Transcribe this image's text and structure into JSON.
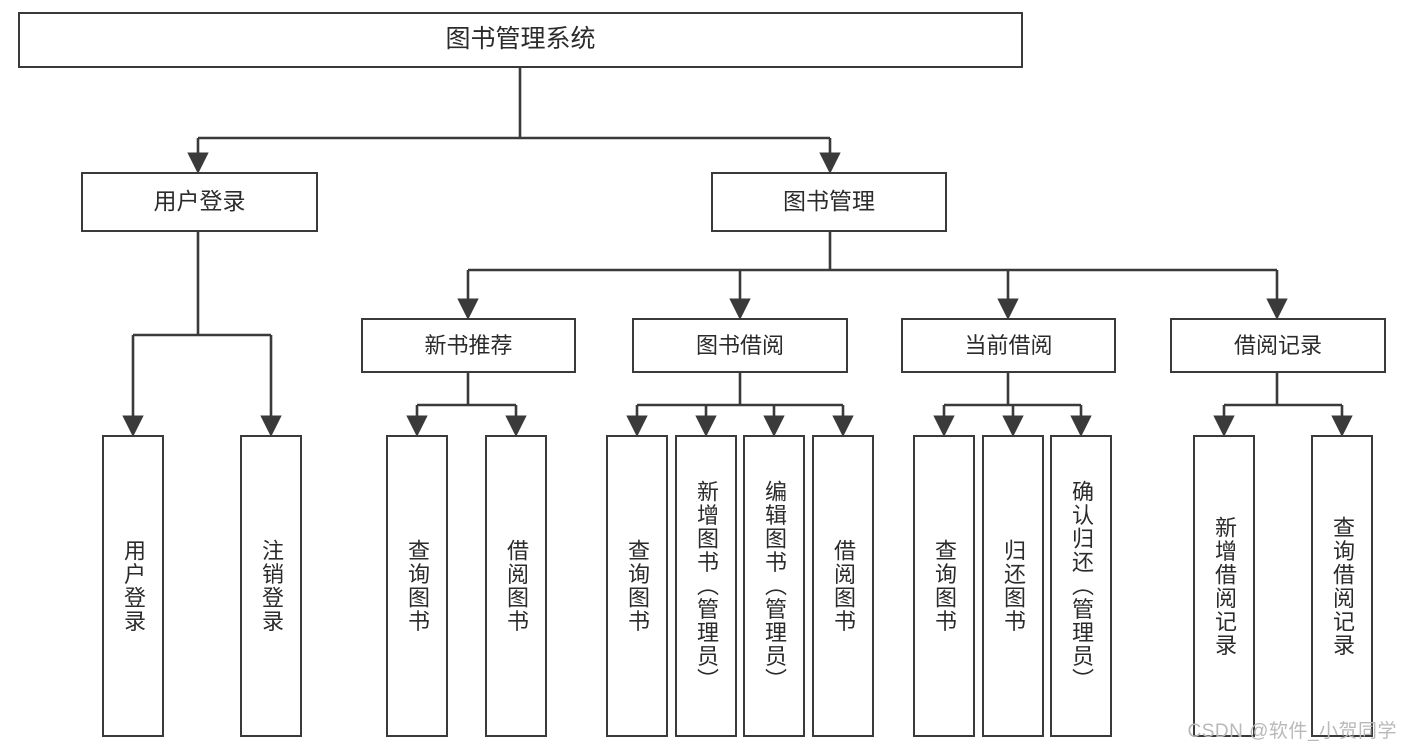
{
  "diagram": {
    "title": "图书管理系统",
    "type": "tree",
    "watermark": "CSDN @软件_小贺同学",
    "colors": {
      "stroke": "#3a3a3a",
      "box_fill": "#ffffff",
      "text": "#2b2b2b",
      "watermark": "#b9b9b9",
      "background": "#ffffff"
    },
    "levels": {
      "root": "图书管理系统",
      "level2": [
        "用户登录",
        "图书管理"
      ],
      "level3": [
        "新书推荐",
        "图书借阅",
        "当前借阅",
        "借阅记录"
      ],
      "level4": [
        "用户登录",
        "注销登录",
        "查询图书",
        "借阅图书",
        "查询图书",
        "新增图书（管理员）",
        "编辑图书（管理员）",
        "借阅图书",
        "查询图书",
        "归还图书",
        "确认归还（管理员）",
        "新增借阅记录",
        "查询借阅记录"
      ]
    },
    "nodes": {
      "root": {
        "label": "图书管理系统"
      },
      "user_login": {
        "label": "用户登录"
      },
      "book_manage": {
        "label": "图书管理"
      },
      "new_book_rec": {
        "label": "新书推荐"
      },
      "book_borrow": {
        "label": "图书借阅"
      },
      "current_borrow": {
        "label": "当前借阅"
      },
      "borrow_record": {
        "label": "借阅记录"
      },
      "leaf_user_login": {
        "label": "用户登录"
      },
      "leaf_logout": {
        "label": "注销登录"
      },
      "leaf_query_book_1": {
        "label": "查询图书"
      },
      "leaf_borrow_book_1": {
        "label": "借阅图书"
      },
      "leaf_query_book_2": {
        "label": "查询图书"
      },
      "leaf_add_book": {
        "label": "新增图书（管理员）"
      },
      "leaf_edit_book": {
        "label": "编辑图书（管理员）"
      },
      "leaf_borrow_book_2": {
        "label": "借阅图书"
      },
      "leaf_query_book_3": {
        "label": "查询图书"
      },
      "leaf_return_book": {
        "label": "归还图书"
      },
      "leaf_confirm_return": {
        "label": "确认归还（管理员）"
      },
      "leaf_add_record": {
        "label": "新增借阅记录"
      },
      "leaf_query_record": {
        "label": "查询借阅记录"
      }
    },
    "edges": [
      {
        "from": "root",
        "to": "user_login"
      },
      {
        "from": "root",
        "to": "book_manage"
      },
      {
        "from": "user_login",
        "to": "leaf_user_login"
      },
      {
        "from": "user_login",
        "to": "leaf_logout"
      },
      {
        "from": "book_manage",
        "to": "new_book_rec"
      },
      {
        "from": "book_manage",
        "to": "book_borrow"
      },
      {
        "from": "book_manage",
        "to": "current_borrow"
      },
      {
        "from": "book_manage",
        "to": "borrow_record"
      },
      {
        "from": "new_book_rec",
        "to": "leaf_query_book_1"
      },
      {
        "from": "new_book_rec",
        "to": "leaf_borrow_book_1"
      },
      {
        "from": "book_borrow",
        "to": "leaf_query_book_2"
      },
      {
        "from": "book_borrow",
        "to": "leaf_add_book"
      },
      {
        "from": "book_borrow",
        "to": "leaf_edit_book"
      },
      {
        "from": "book_borrow",
        "to": "leaf_borrow_book_2"
      },
      {
        "from": "current_borrow",
        "to": "leaf_query_book_3"
      },
      {
        "from": "current_borrow",
        "to": "leaf_return_book"
      },
      {
        "from": "current_borrow",
        "to": "leaf_confirm_return"
      },
      {
        "from": "borrow_record",
        "to": "leaf_add_record"
      },
      {
        "from": "borrow_record",
        "to": "leaf_query_record"
      }
    ]
  }
}
